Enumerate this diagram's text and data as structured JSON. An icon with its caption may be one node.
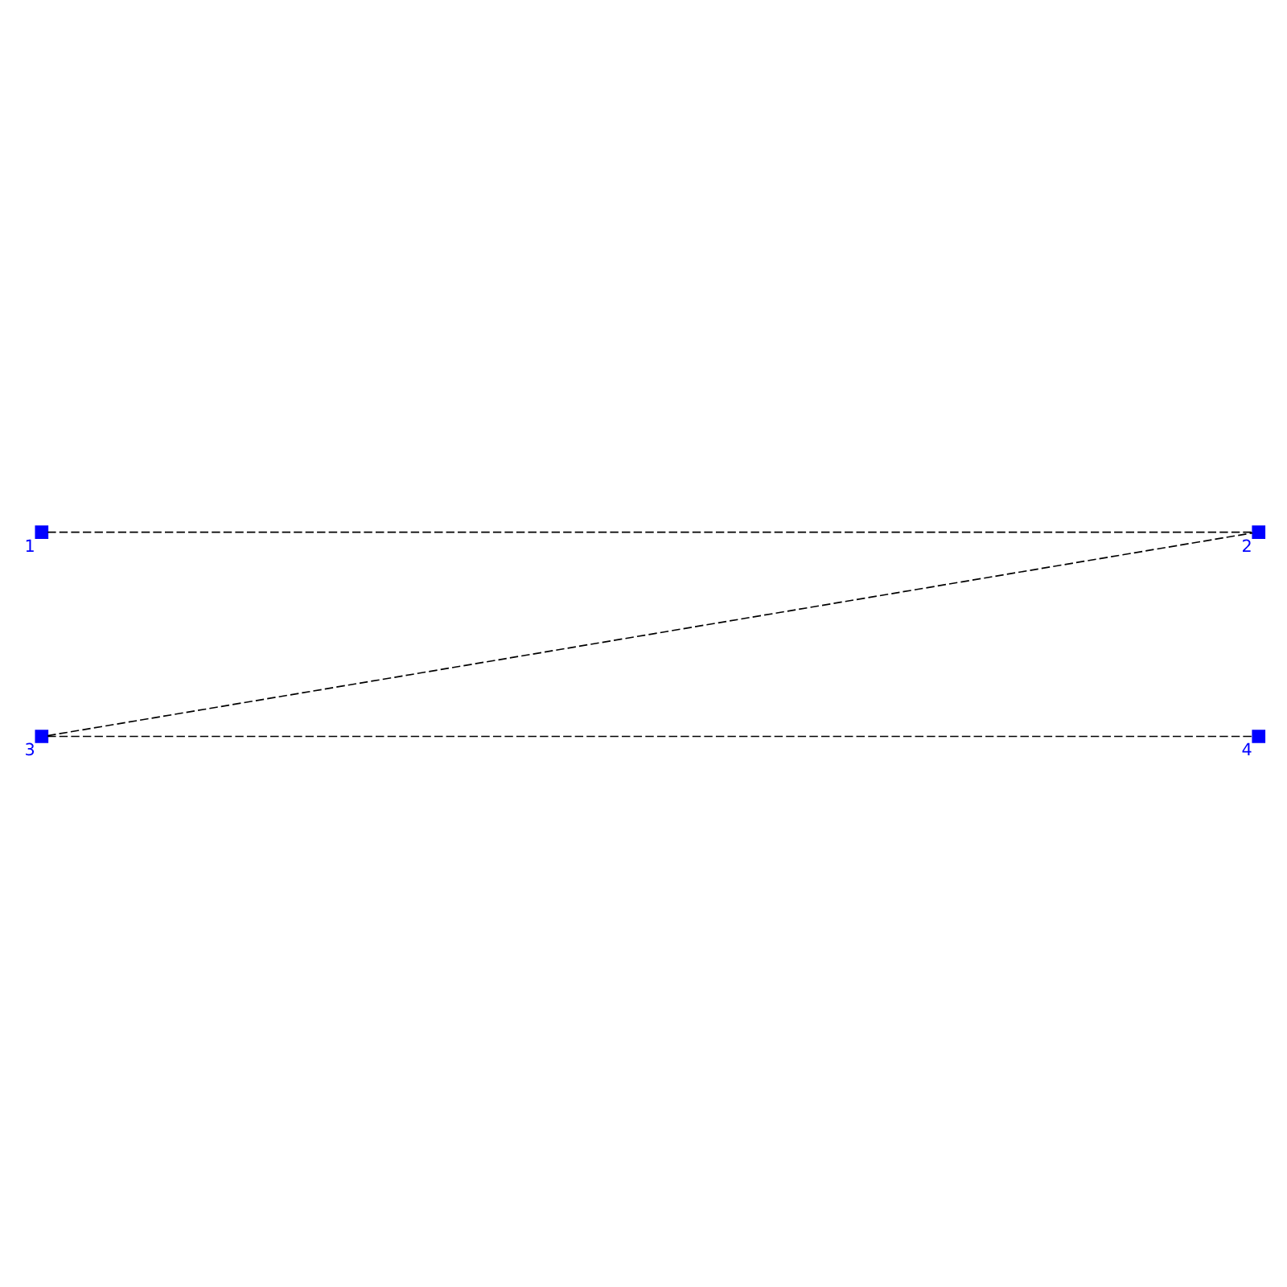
{
  "diagram": {
    "nodes": [
      {
        "text": [],
        "shape": "box",
        "beside": [
          "1"
        ]
      },
      {
        "text": [],
        "shape": "box",
        "beside": [
          "2"
        ]
      },
      {
        "text": [],
        "shape": "box",
        "beside": [
          "3"
        ]
      },
      {
        "text": [],
        "shape": "box",
        "beside": [
          "4"
        ]
      }
    ],
    "edges": [
      {
        "from": 0,
        "to": 1,
        "arrow": "none",
        "style": "dashed"
      },
      {
        "from": 2,
        "to": 1,
        "arrow": "none",
        "style": "dashed"
      },
      {
        "from": 2,
        "to": 3,
        "arrow": "none",
        "style": "dashed"
      }
    ]
  }
}
